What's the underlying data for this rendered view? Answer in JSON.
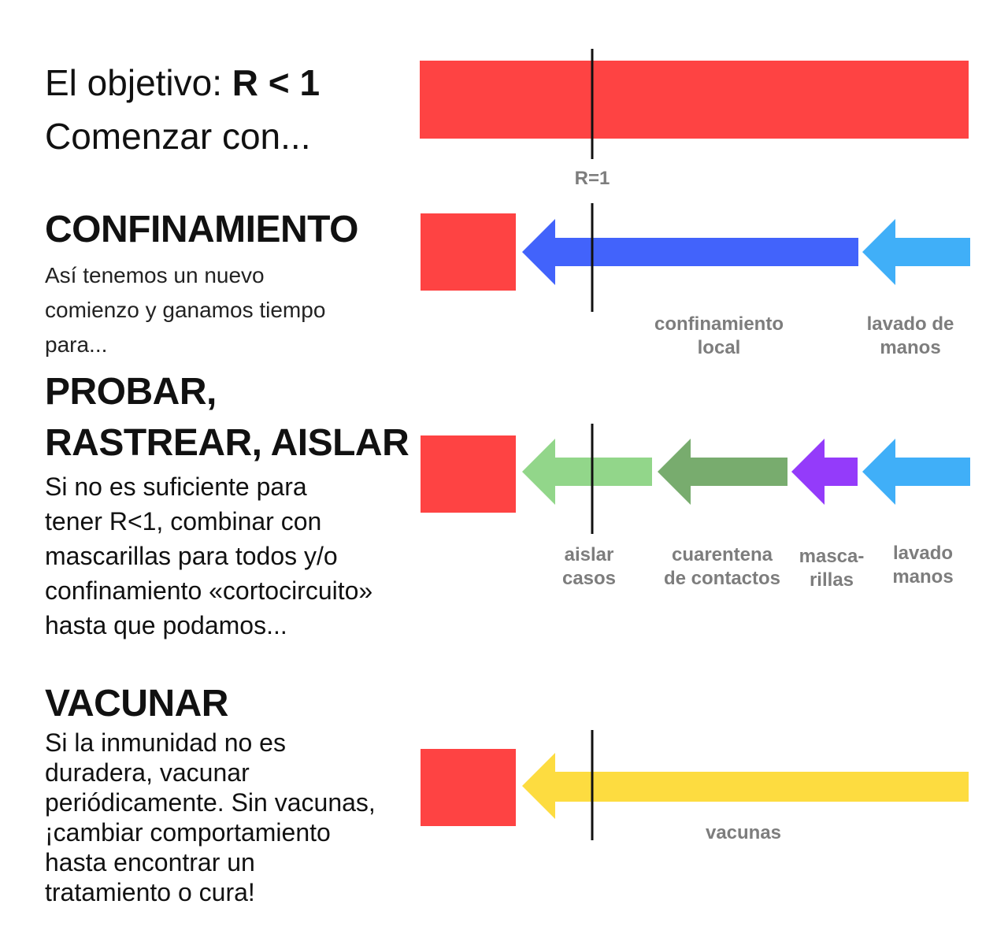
{
  "goal": {
    "line1_prefix": "El objetivo: ",
    "line1_bold": "R < 1",
    "line2": "Comenzar con..."
  },
  "sections": {
    "confinamiento": {
      "title": "CONFINAMIENTO",
      "body": [
        "Así tenemos un nuevo",
        "comienzo y ganamos tiempo",
        "para..."
      ]
    },
    "probar": {
      "title_line1": "PROBAR,",
      "title_line2": "RASTREAR, AISLAR",
      "body": [
        "Si no es suficiente para",
        "tener R<1, combinar con",
        "mascarillas para todos y/o",
        "confinamiento «cortocircuito»",
        "hasta que podamos..."
      ]
    },
    "vacunar": {
      "title": "VACUNAR",
      "body": [
        "Si la inmunidad no es",
        "duradera, vacunar",
        "periódicamente. Sin vacunas,",
        "¡cambiar comportamiento",
        "hasta encontrar un",
        "tratamiento o cura!"
      ]
    }
  },
  "diagram": {
    "threshold_label": "R=1",
    "rows": [
      {
        "name": "start",
        "arrows": []
      },
      {
        "name": "confinamiento",
        "arrows": [
          {
            "label": [
              "confinamiento",
              "local"
            ],
            "color": "#4263fb"
          },
          {
            "label": [
              "lavado de",
              "manos"
            ],
            "color": "#40aff8"
          }
        ]
      },
      {
        "name": "probar",
        "arrows": [
          {
            "label": [
              "aislar",
              "casos"
            ],
            "color": "#92d68a"
          },
          {
            "label": [
              "cuarentena",
              "de contactos"
            ],
            "color": "#78ac6e"
          },
          {
            "label": [
              "masca-",
              "rillas"
            ],
            "color": "#943bfa"
          },
          {
            "label": [
              "lavado",
              "manos"
            ],
            "color": "#40aff8"
          }
        ]
      },
      {
        "name": "vacunar",
        "arrows": [
          {
            "label": [
              "vacunas"
            ],
            "color": "#fddc40"
          }
        ]
      }
    ],
    "colors": {
      "red": "#fe4343",
      "line": "#111111"
    }
  }
}
